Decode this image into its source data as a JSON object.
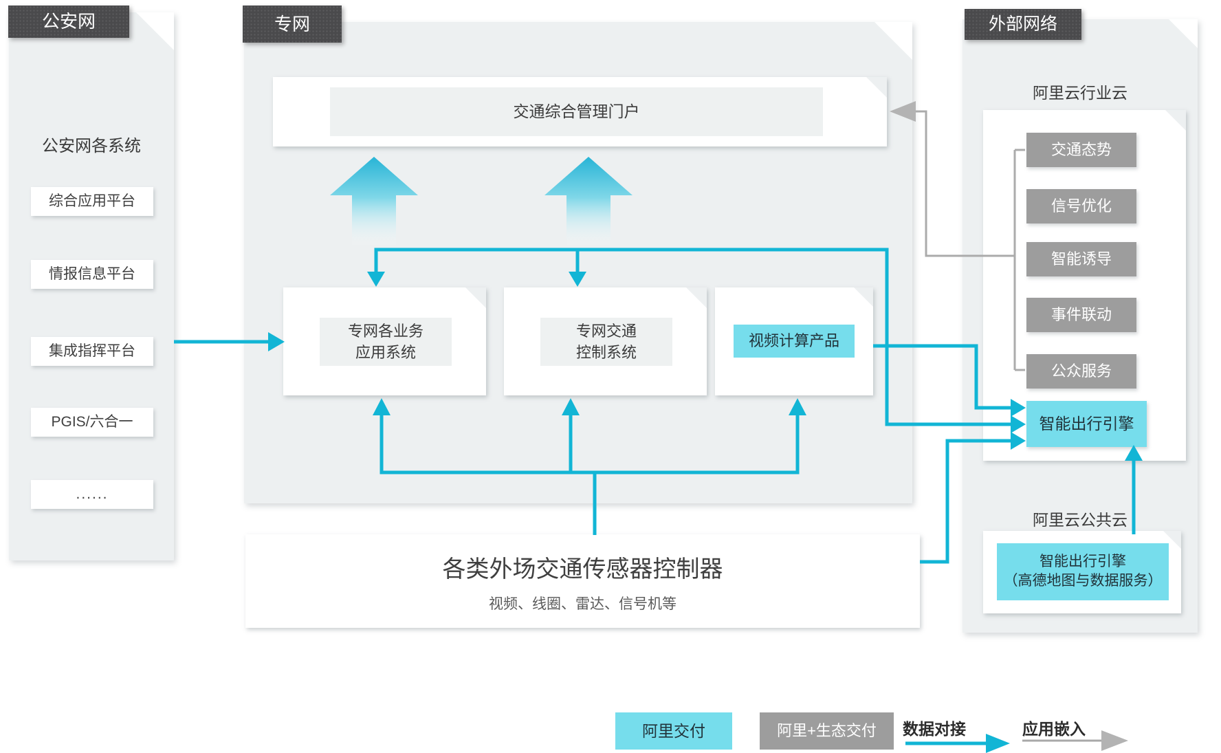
{
  "colors": {
    "accent_cyan": "#12b5d5",
    "box_cyan": "#76ddec",
    "dark_tab": "#4a4a4c",
    "gray_box": "#9d9d9d",
    "panel_bg": "#edf0f1",
    "line_gray": "#ababab",
    "text_dark": "#3b3b3b"
  },
  "police_panel": {
    "tab": "公安网",
    "title": "公安网各系统",
    "items": [
      "综合应用平台",
      "情报信息平台",
      "集成指挥平台",
      "PGIS/六合一",
      "......"
    ]
  },
  "private_panel": {
    "tab": "专网",
    "portal": "交通综合管理门户",
    "box1_line1": "专网各业务",
    "box1_line2": "应用系统",
    "box2_line1": "专网交通",
    "box2_line2": "控制系统",
    "box3": "视频计算产品"
  },
  "sensor_box": {
    "title": "各类外场交通传感器控制器",
    "subtitle": "视频、线圈、雷达、信号机等"
  },
  "external_panel": {
    "tab": "外部网络",
    "industry_cloud_label": "阿里云行业云",
    "services": [
      "交通态势",
      "信号优化",
      "智能诱导",
      "事件联动",
      "公众服务"
    ],
    "engine": "智能出行引擎",
    "public_cloud_label": "阿里云公共云",
    "gaode_line1": "智能出行引擎",
    "gaode_line2": "（高德地图与数据服务）"
  },
  "legend": {
    "ali_delivery": "阿里交付",
    "eco_delivery": "阿里+生态交付",
    "data_link": "数据对接",
    "app_embed": "应用嵌入"
  }
}
